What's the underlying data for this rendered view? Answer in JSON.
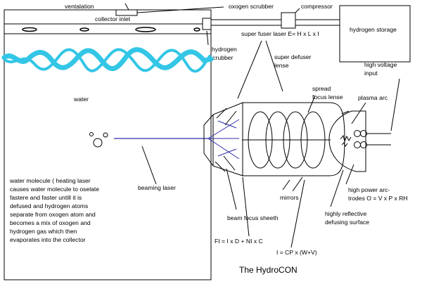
{
  "diagram": {
    "title": "The HydroCON",
    "colors": {
      "ink": "#000000",
      "water_surface": "#33c6e6",
      "laser_beam": "#2c2ca8",
      "background": "#ffffff"
    },
    "labels": {
      "ventalation": "ventalation",
      "oxogen_scrubber": "oxogen scrubber",
      "compressor": "compressor",
      "collector_inlet": "collector inlet",
      "super_fuser_laser": "super fuser laser E= H x L x I",
      "hydrogen_storage": "hydrogen storage",
      "hydrogen_scrubber": [
        "hydrogen",
        "scrubber"
      ],
      "super_defuser_lense": [
        "super defuser",
        "lense"
      ],
      "high_voltage_input": [
        "high voltage",
        "input"
      ],
      "water": "water",
      "spread_focus_lense": [
        "spread",
        "focus lense"
      ],
      "plasma_arc": "plasma arc",
      "water_molecule_note": [
        "water molecule ( heating laser",
        "causes water molecule to oselate",
        "fastere and faster untill it is",
        "defused and hydrogen atoms",
        "separate from oxogen atom and",
        "becomes a mix of oxogen and",
        "hydrogen gas which then",
        "evaporates into the collector"
      ],
      "beaming_laser": "beaming laser",
      "mirrors": "mirrors",
      "high_power_electrodes": [
        "high power arc-",
        "trodes O = V x P x RH"
      ],
      "beam_focus_sheeth": "beam focus sheeth",
      "highly_reflective": [
        "highly reflective",
        "defusing surface"
      ],
      "formula_fi": "FI = I x D + NI x C",
      "formula_i": "I = CP x (W+V)"
    }
  }
}
